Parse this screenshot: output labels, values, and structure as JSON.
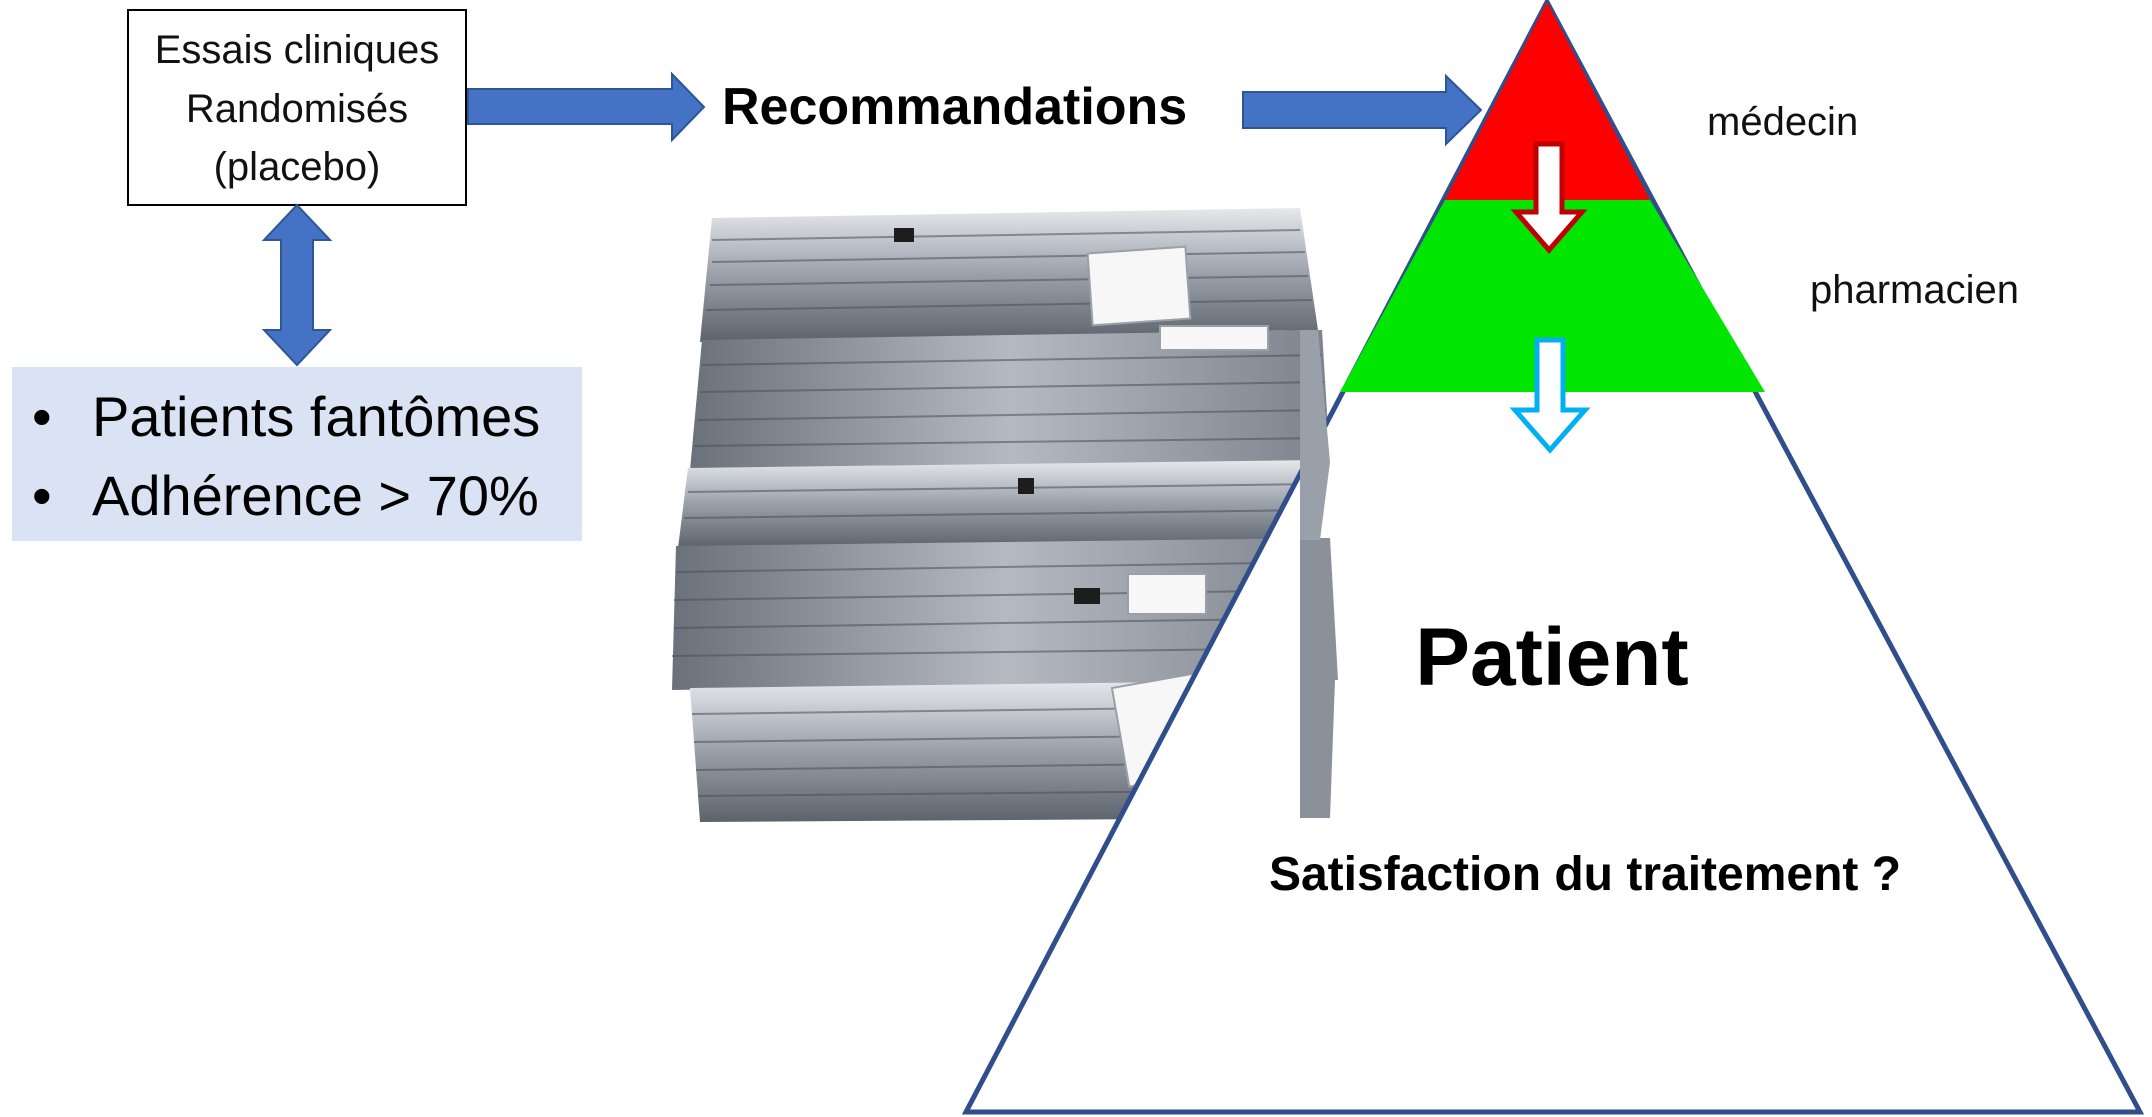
{
  "essais_box": {
    "line1": "Essais cliniques",
    "line2": "Randomisés",
    "line3": "(placebo)"
  },
  "recommandations": "Recommandations",
  "bullets": [
    {
      "marker": "•",
      "text": "Patients fantômes"
    },
    {
      "marker": "•",
      "text": "Adhérence > 70%"
    }
  ],
  "pyramid": {
    "top_label": "médecin",
    "middle_label": "pharmacien",
    "patient_label": "Patient",
    "question": "Satisfaction du traitement ?"
  },
  "colors": {
    "arrow_blue": "#4472c4",
    "bullet_box_fill": "#dae3f3",
    "pyramid_outline": "#2f4e8a",
    "top_section": "#ff0000",
    "middle_section": "#00e600",
    "down_arrow_red": "#c00000",
    "down_arrow_cyan": "#00b0f0"
  },
  "image_description_icon": "paper-stack-icon"
}
